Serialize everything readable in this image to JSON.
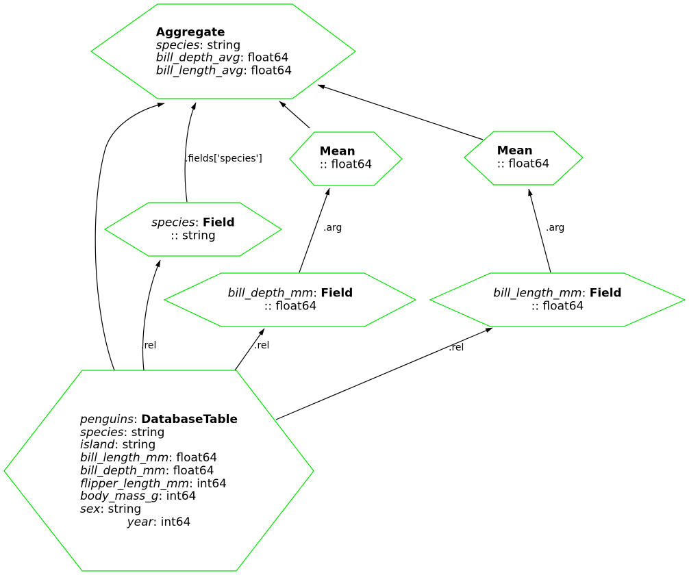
{
  "colors": {
    "node_border": "#00e000",
    "edge": "#000000",
    "text": "#000000",
    "background": "#ffffff"
  },
  "nodes": {
    "aggregate": {
      "title": "Aggregate",
      "fields": [
        {
          "em": "species",
          "rest": ": string"
        },
        {
          "em": "bill_depth_avg",
          "rest": ": float64"
        },
        {
          "em": "bill_length_avg",
          "rest": ": float64"
        }
      ]
    },
    "mean_left": {
      "title": "Mean",
      "dtype": ":: float64"
    },
    "mean_right": {
      "title": "Mean",
      "dtype": ":: float64"
    },
    "species_field": {
      "em": "species",
      "sep": ": ",
      "strong": "Field",
      "dtype": ":: string"
    },
    "bill_depth_field": {
      "em": "bill_depth_mm",
      "sep": ": ",
      "strong": "Field",
      "dtype": ":: float64"
    },
    "bill_length_field": {
      "em": "bill_length_mm",
      "sep": ": ",
      "strong": "Field",
      "dtype": ":: float64"
    },
    "penguins": {
      "em": "penguins",
      "sep": ": ",
      "strong": "DatabaseTable",
      "fields": [
        {
          "em": "species",
          "rest": ": string"
        },
        {
          "em": "island",
          "rest": ": string"
        },
        {
          "em": "bill_length_mm",
          "rest": ": float64"
        },
        {
          "em": "bill_depth_mm",
          "rest": ": float64"
        },
        {
          "em": "flipper_length_mm",
          "rest": ": int64"
        },
        {
          "em": "body_mass_g",
          "rest": ": int64"
        },
        {
          "em": "sex",
          "rest": ": string"
        },
        {
          "em": "year",
          "rest": ": int64"
        }
      ]
    }
  },
  "edge_labels": {
    "fields_species": ".fields['species']",
    "arg_left": ".arg",
    "arg_right": ".arg",
    "rel_left": ".rel",
    "rel_mid": ".rel",
    "rel_right": ".rel"
  }
}
